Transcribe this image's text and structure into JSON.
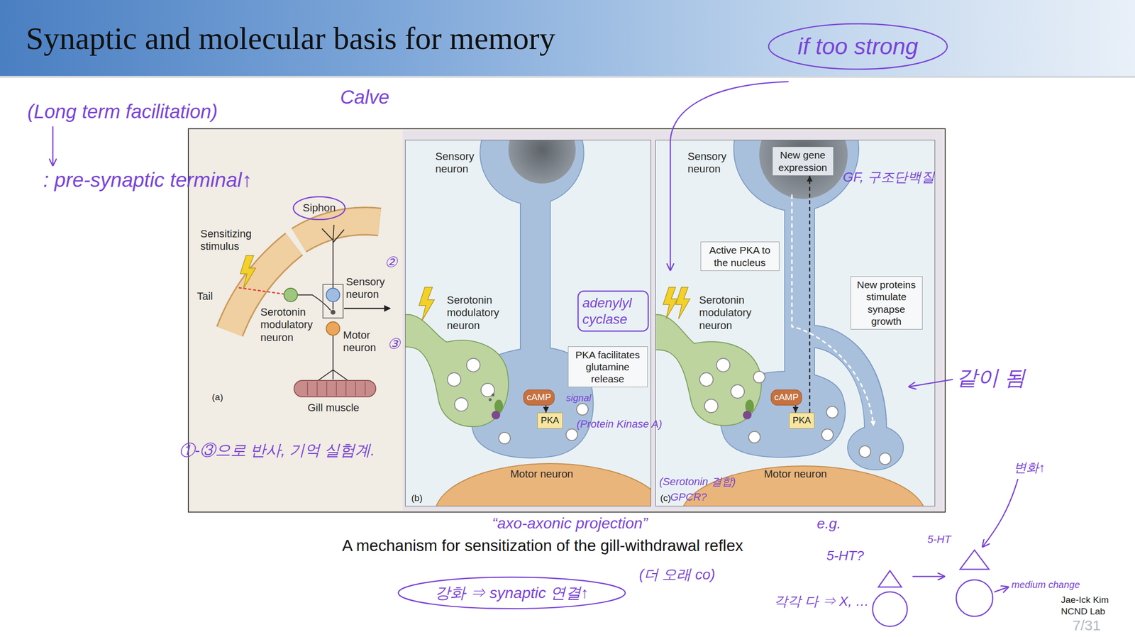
{
  "diagram": {
    "title": "Synaptic and molecular basis for memory",
    "caption": "A mechanism for sensitization of the gill-withdrawal reflex",
    "nodes": [
      {
        "text": [
          "(a)"
        ]
      },
      {
        "text": [
          "(b)"
        ]
      },
      {
        "text": [
          "PKA facilitates glutamine release"
        ],
        "in": 1
      },
      {
        "text": [
          "cAMP"
        ],
        "in": 1
      },
      {
        "text": [
          "PKA"
        ],
        "in": 1
      },
      {
        "text": [
          "(c)"
        ]
      },
      {
        "text": [
          "New gene expression"
        ],
        "in": 5
      },
      {
        "text": [
          "Active PKA to the nucleus"
        ],
        "in": 5
      },
      {
        "text": [
          "New proteins stimulate synapse growth"
        ],
        "in": 5
      },
      {
        "text": [
          "cAMP"
        ],
        "in": 5
      },
      {
        "text": [
          "PKA"
        ],
        "in": 5
      }
    ],
    "edges": [
      {
        "from": 3,
        "to": 4,
        "arrow": "to"
      },
      {
        "from": 9,
        "to": 10,
        "arrow": "to"
      },
      {
        "from": 10,
        "to": 6,
        "arrow": "to"
      }
    ],
    "labels": [
      "(Long term facilitation)",
      "Calve",
      ": pre-synaptic terminal↑",
      "if too strong",
      "Siphon",
      "Sensitizing stimulus",
      "Tail",
      "Serotonin modulatory neuron",
      "Sensory neuron",
      "②",
      "Motor neuron",
      "③",
      "Gill muscle",
      "①-③으로 반사, 기억 실험계.",
      "Sensory neuron",
      "Serotonin modulatory neuron",
      "adenylyl cyclase",
      "signal",
      "(Protein Kinase A)",
      "Motor neuron",
      "“axo-axonic projection”",
      "Sensory neuron",
      "GF, 구조단백질",
      "Serotonin modulatory neuron",
      "같이 됨",
      "변화↑",
      "(Serotonin 결합)",
      "GPCR?",
      "Motor neuron",
      "e.g.",
      "5-HT?",
      "5-HT",
      "강화 ⇒ synaptic 연결↑",
      "(더 오래 co)",
      "각각 다 ⇒ X, …",
      "medium change",
      "Jae-Ick Kim",
      "NCND Lab",
      "7/31"
    ]
  }
}
